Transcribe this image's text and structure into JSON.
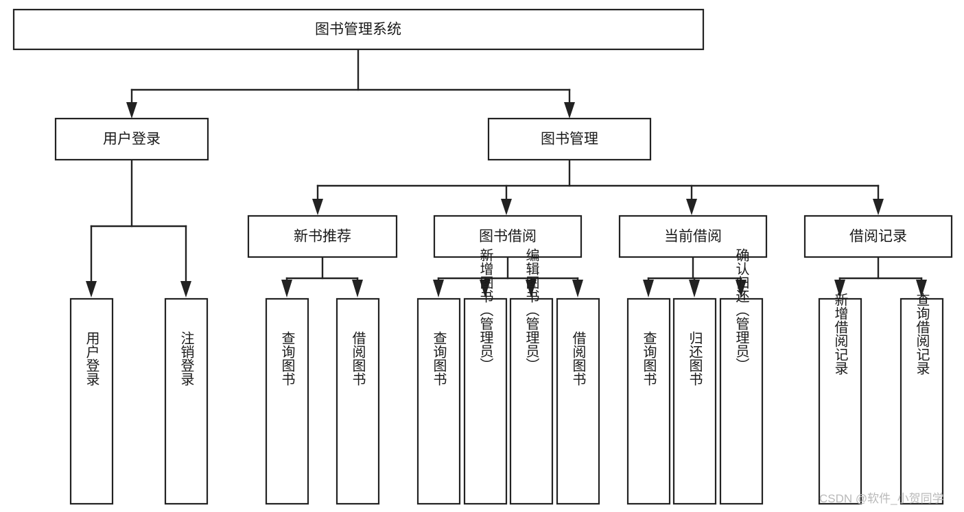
{
  "diagram": {
    "title": "图书管理系统",
    "type": "tree",
    "watermark": "CSDN @软件_小贺同学",
    "colors": {
      "box_stroke": "#222222",
      "box_fill": "#ffffff",
      "text": "#1a1a1a",
      "background": "#ffffff",
      "watermark": "#b9b9b9"
    },
    "root": {
      "label": "图书管理系统"
    },
    "level2": [
      {
        "label": "用户登录"
      },
      {
        "label": "图书管理"
      }
    ],
    "level3": [
      {
        "label": "新书推荐"
      },
      {
        "label": "图书借阅"
      },
      {
        "label": "当前借阅"
      },
      {
        "label": "借阅记录"
      }
    ],
    "leaves": {
      "user_login": [
        {
          "label": "用户登录"
        },
        {
          "label": "注销登录"
        }
      ],
      "new_book_recommend": [
        {
          "label": "查询图书"
        },
        {
          "label": "借阅图书"
        }
      ],
      "book_borrow": [
        {
          "label": "查询图书"
        },
        {
          "label": "新增图书（管理员）"
        },
        {
          "label": "编辑图书（管理员）"
        },
        {
          "label": "借阅图书"
        }
      ],
      "current_borrow": [
        {
          "label": "查询图书"
        },
        {
          "label": "归还图书"
        },
        {
          "label": "确认归还（管理员）"
        }
      ],
      "borrow_record": [
        {
          "label": "新增借阅记录"
        },
        {
          "label": "查询借阅记录"
        }
      ]
    }
  }
}
